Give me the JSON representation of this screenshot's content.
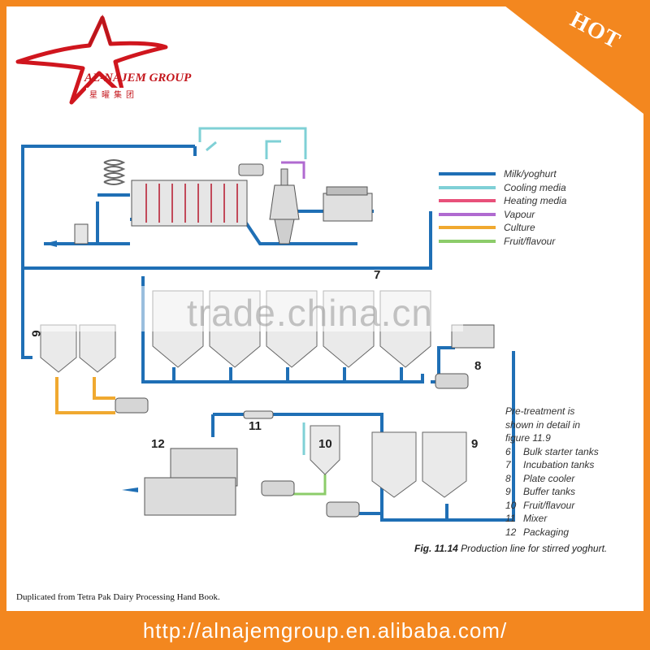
{
  "badge": {
    "text": "HOT"
  },
  "logo": {
    "name": "AL-NAJEM GROUP",
    "sub": "星曜集团"
  },
  "legend": [
    {
      "label": "Milk/yoghurt",
      "color": "#1f6fb5"
    },
    {
      "label": "Cooling media",
      "color": "#7fd0d6"
    },
    {
      "label": "Heating media",
      "color": "#e8507a"
    },
    {
      "label": "Vapour",
      "color": "#b06ad0"
    },
    {
      "label": "Culture",
      "color": "#f0a930"
    },
    {
      "label": "Fruit/flavour",
      "color": "#8ccc6a"
    }
  ],
  "numbers": {
    "n6": "6",
    "n7": "7",
    "n8": "8",
    "n9": "9",
    "n10": "10",
    "n11": "11",
    "n12": "12"
  },
  "pretreatment": {
    "intro": [
      "Pre-treatment is",
      "shown in detail in",
      "figure 11.9"
    ],
    "items": [
      {
        "n": "6",
        "label": "Bulk starter tanks"
      },
      {
        "n": "7",
        "label": "Incubation tanks"
      },
      {
        "n": "8",
        "label": "Plate cooler"
      },
      {
        "n": "9",
        "label": "Buffer tanks"
      },
      {
        "n": "10",
        "label": "Fruit/flavour"
      },
      {
        "n": "11",
        "label": "Mixer"
      },
      {
        "n": "12",
        "label": "Packaging"
      }
    ]
  },
  "caption": {
    "fig": "Fig. 11.14",
    "text": "Production line for stirred yoghurt."
  },
  "watermark": "trade.china.cn",
  "credit": "Duplicated from Tetra Pak Dairy Processing Hand Book.",
  "footer_url": "http://alnajemgroup.en.alibaba.com/"
}
